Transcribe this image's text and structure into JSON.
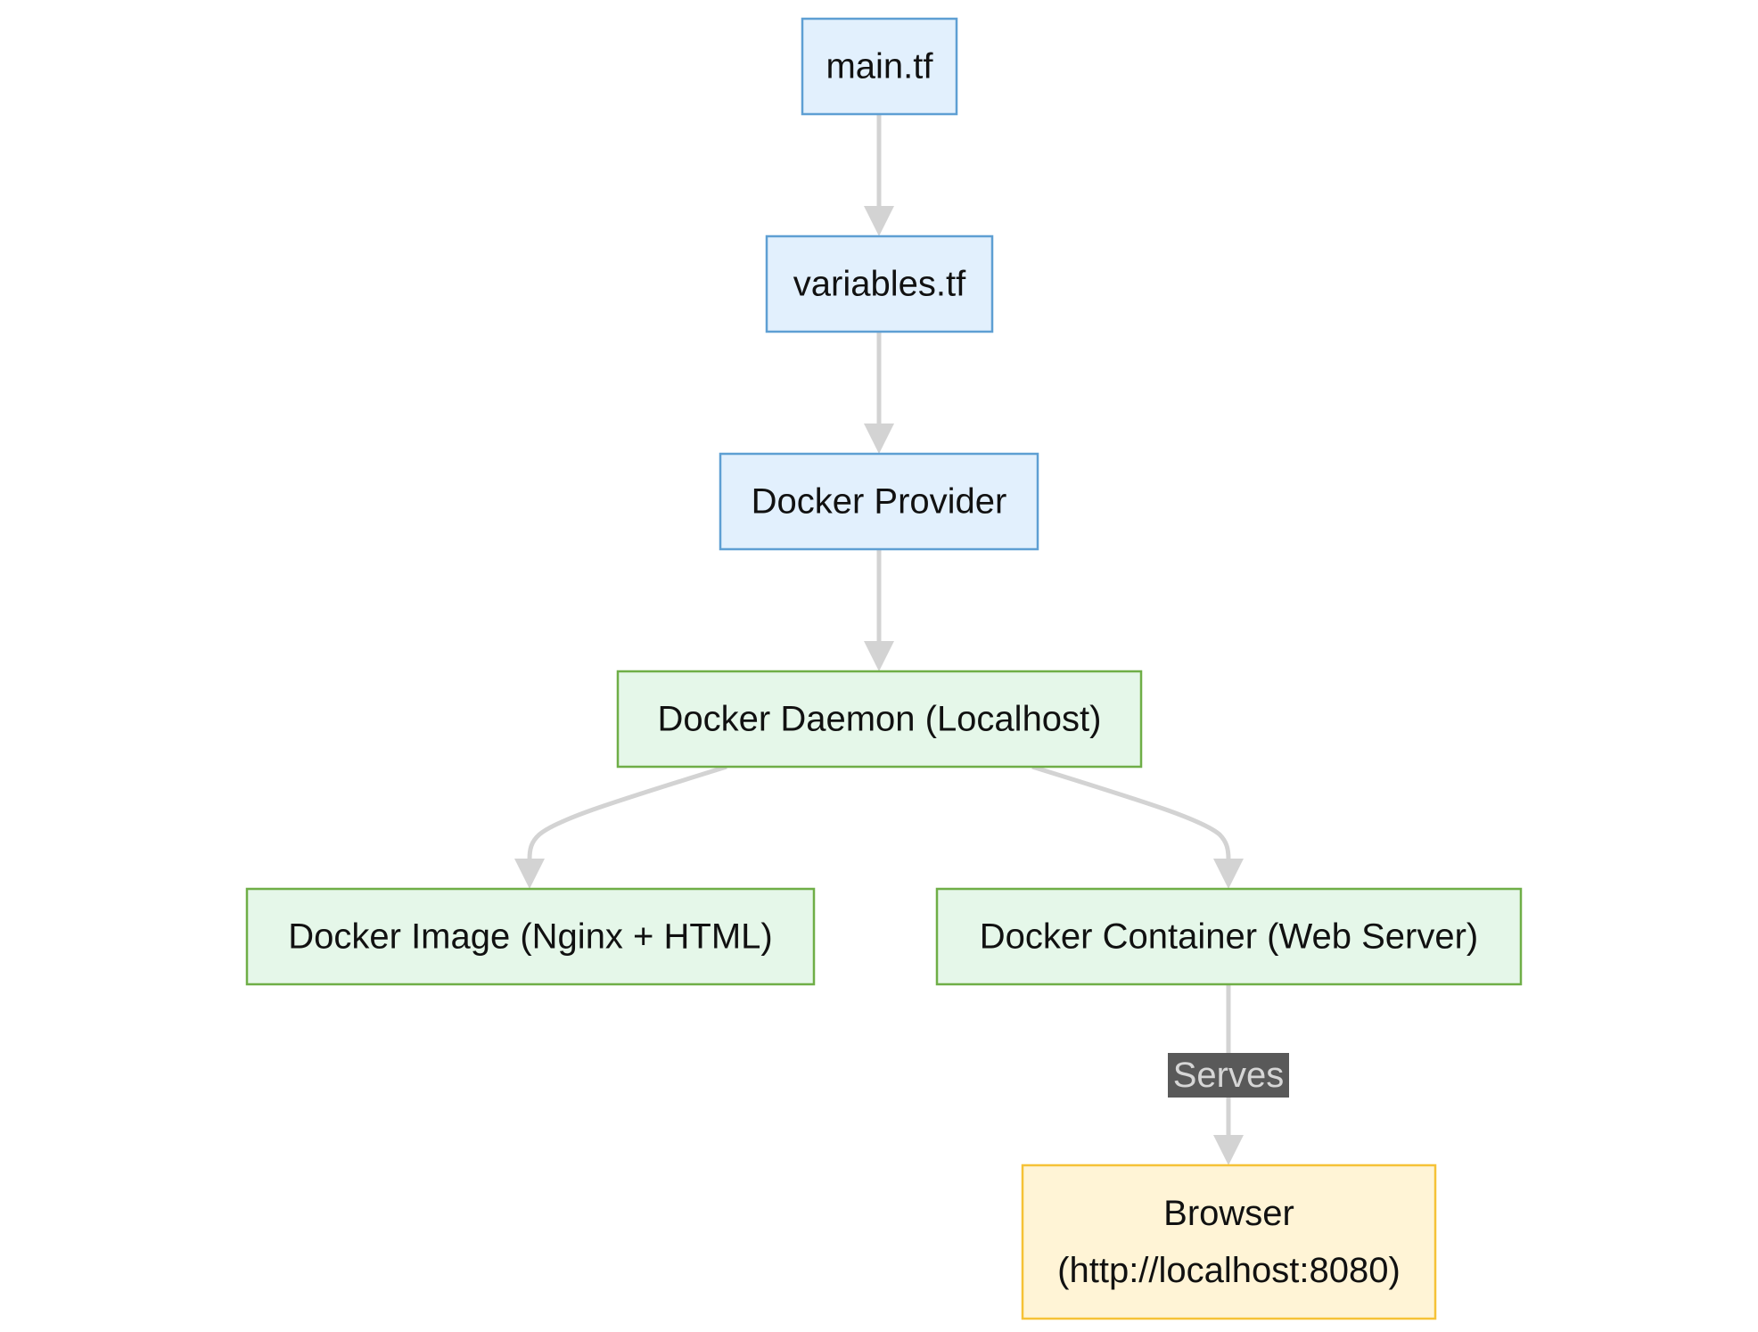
{
  "colors": {
    "background": "#ffffff",
    "config_fill": "#e2f0fd",
    "config_stroke": "#5e9fd3",
    "docker_fill": "#e5f7e9",
    "docker_stroke": "#6fae47",
    "output_fill": "#fff4d6",
    "output_stroke": "#f6c237",
    "edge": "#d3d3d3",
    "edge_label_fill": "#595959",
    "edge_label_text": "#d6d6d6"
  },
  "nodes": [
    {
      "id": "main_tf",
      "lines": [
        "main.tf"
      ],
      "style": "config"
    },
    {
      "id": "variables_tf",
      "lines": [
        "variables.tf"
      ],
      "style": "config"
    },
    {
      "id": "docker_provider",
      "lines": [
        "Docker Provider"
      ],
      "style": "config"
    },
    {
      "id": "docker_daemon",
      "lines": [
        "Docker Daemon (Localhost)"
      ],
      "style": "docker"
    },
    {
      "id": "docker_image",
      "lines": [
        "Docker Image (Nginx + HTML)"
      ],
      "style": "docker"
    },
    {
      "id": "docker_container",
      "lines": [
        "Docker Container (Web Server)"
      ],
      "style": "docker"
    },
    {
      "id": "browser",
      "lines": [
        "Browser",
        "(http://localhost:8080)"
      ],
      "style": "output"
    }
  ],
  "edges": [
    {
      "from": "main_tf",
      "to": "variables_tf",
      "label": ""
    },
    {
      "from": "variables_tf",
      "to": "docker_provider",
      "label": ""
    },
    {
      "from": "docker_provider",
      "to": "docker_daemon",
      "label": ""
    },
    {
      "from": "docker_daemon",
      "to": "docker_image",
      "label": ""
    },
    {
      "from": "docker_daemon",
      "to": "docker_container",
      "label": ""
    },
    {
      "from": "docker_container",
      "to": "browser",
      "label": "Serves"
    }
  ]
}
